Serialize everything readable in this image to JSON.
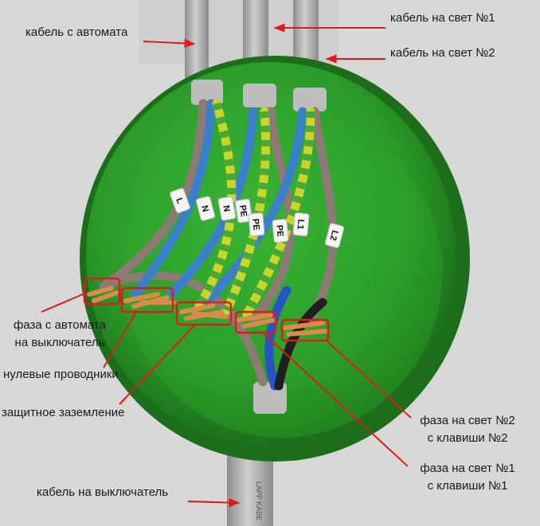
{
  "labels": {
    "cable_from_breaker": "кабель с автомата",
    "light_cable_1": "кабель на свет №1",
    "light_cable_2": "кабель на свет №2",
    "phase_to_switch_line1": "фаза с автомата",
    "phase_to_switch_line2": "на выключатель",
    "neutral_conductors": "нулевые проводники",
    "protective_earth": "защитное заземление",
    "light_phase_2_line1": "фаза на свет №2",
    "light_phase_2_line2": "с клавиши №2",
    "light_phase_1_line1": "фаза на свет №1",
    "light_phase_1_line2": "с клавиши №1",
    "cable_to_switch": "кабель на выключатель"
  },
  "wire_markers": [
    "L",
    "N",
    "N",
    "PE",
    "PE",
    "PE",
    "L1",
    "L2"
  ],
  "cable_print": "LAPP KABE",
  "colors": {
    "wall": "#dcdcdc",
    "box_green": "#2f9a2c",
    "box_green_dark": "#1f6f1c",
    "cable_gray": "#a9a9a9",
    "phase_brown": "#8c7b74",
    "neutral_blue": "#3a7fc9",
    "earth_yellow": "#c8d62a",
    "earth_green": "#4aa83a",
    "copper": "#d98b4a",
    "annotation_red": "#e01b1b",
    "black_wire": "#1f1f1f"
  }
}
